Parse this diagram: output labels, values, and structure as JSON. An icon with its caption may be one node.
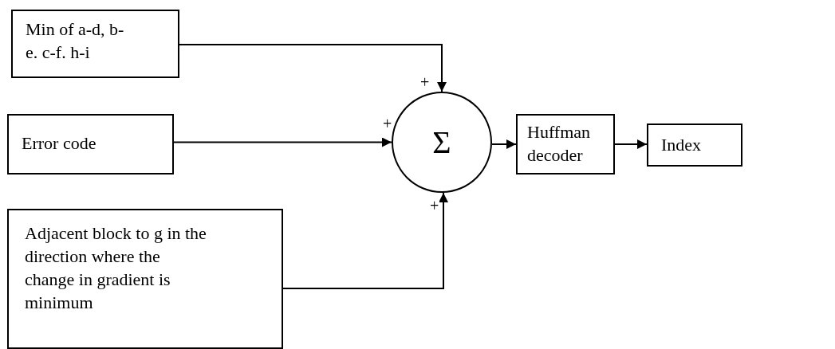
{
  "diagram": {
    "nodes": [
      {
        "text": [
          "Min of a-d, b-e. c-f. h-i"
        ]
      },
      {
        "text": [
          "Error code"
        ]
      },
      {
        "text": [
          "Adjacent block to g in the direction where the change in gradient is minimum"
        ]
      },
      {
        "text": [
          "Σ"
        ]
      },
      {
        "text": [
          "Huffman decoder"
        ]
      },
      {
        "text": [
          "Index"
        ]
      }
    ],
    "edges": [
      {
        "from": 0,
        "to": 3,
        "arrow": "to",
        "label": "+"
      },
      {
        "from": 1,
        "to": 3,
        "arrow": "to",
        "label": "+"
      },
      {
        "from": 2,
        "to": 3,
        "arrow": "to",
        "label": "+"
      },
      {
        "from": 3,
        "to": 4,
        "arrow": "to"
      },
      {
        "from": 4,
        "to": 5,
        "arrow": "to"
      }
    ]
  }
}
